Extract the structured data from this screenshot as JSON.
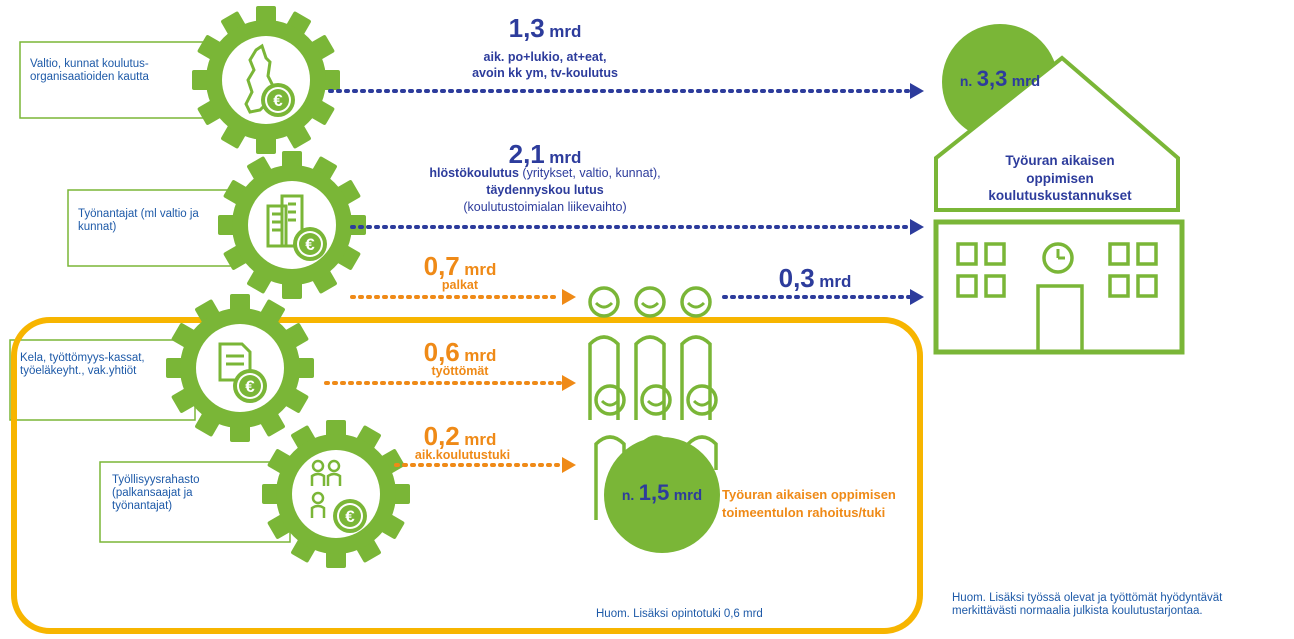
{
  "sources": {
    "state": "Valtio, kunnat koulutus-organisaatioiden kautta",
    "employers": "Työnantajat (ml valtio ja kunnat)",
    "kela": "Kela, työttömyys-kassat, työeläkeyht., vak.yhtiöt",
    "employment_fund": "Työllisyysrahasto (palkansaajat ja työnantajat)"
  },
  "flows": {
    "state_amount": "1,3",
    "state_unit": "mrd",
    "state_desc_1": "aik. po+lukio, at+eat,",
    "state_desc_2": "avoin kk ym, tv-koulutus",
    "employers_amount": "2,1",
    "employers_unit": "mrd",
    "employers_desc_1_bold": "hlöstökoulutus",
    "employers_desc_1_rest": "(yritykset, valtio, kunnat),",
    "employers_desc_2": "täydennyskou lutus",
    "employers_desc_3": "(koulutustoimialan liikevaihto)",
    "salary_amount": "0,7",
    "salary_unit": "mrd",
    "salary_label": "palkat",
    "salary_to_school_amount": "0,3",
    "salary_to_school_unit": "mrd",
    "unemployed_amount": "0,6",
    "unemployed_unit": "mrd",
    "unemployed_label": "työttömät",
    "support_amount": "0,2",
    "support_unit": "mrd",
    "support_label": "aik.koulutustuki"
  },
  "school": {
    "total_prefix": "n.",
    "total_amount": "3,3",
    "total_unit": "mrd",
    "title": "Työuran aikaisen oppimisen koulutuskustannukset"
  },
  "people": {
    "total_prefix": "n.",
    "total_amount": "1,5",
    "total_unit": "mrd",
    "title_1": "Työuran aikaisen oppimisen",
    "title_2": "toimeentulon rahoitus/tuki"
  },
  "notes": {
    "study_grant": "Huom. Lisäksi opintotuki 0,6 mrd",
    "public_education_1": "Huom. Lisäksi työssä olevat ja työttömät hyödyntävät",
    "public_education_2": "merkittävästi normaalia julkista koulutustarjontaa."
  },
  "colors": {
    "green": "#7ab637",
    "blue": "#2d3c9c",
    "orange": "#ef8a17",
    "frame": "#f7b500"
  },
  "icons": [
    "gear-icon",
    "finland-map-icon",
    "euro-coin-icon",
    "buildings-icon",
    "document-icon",
    "people-icon",
    "clock-icon"
  ]
}
